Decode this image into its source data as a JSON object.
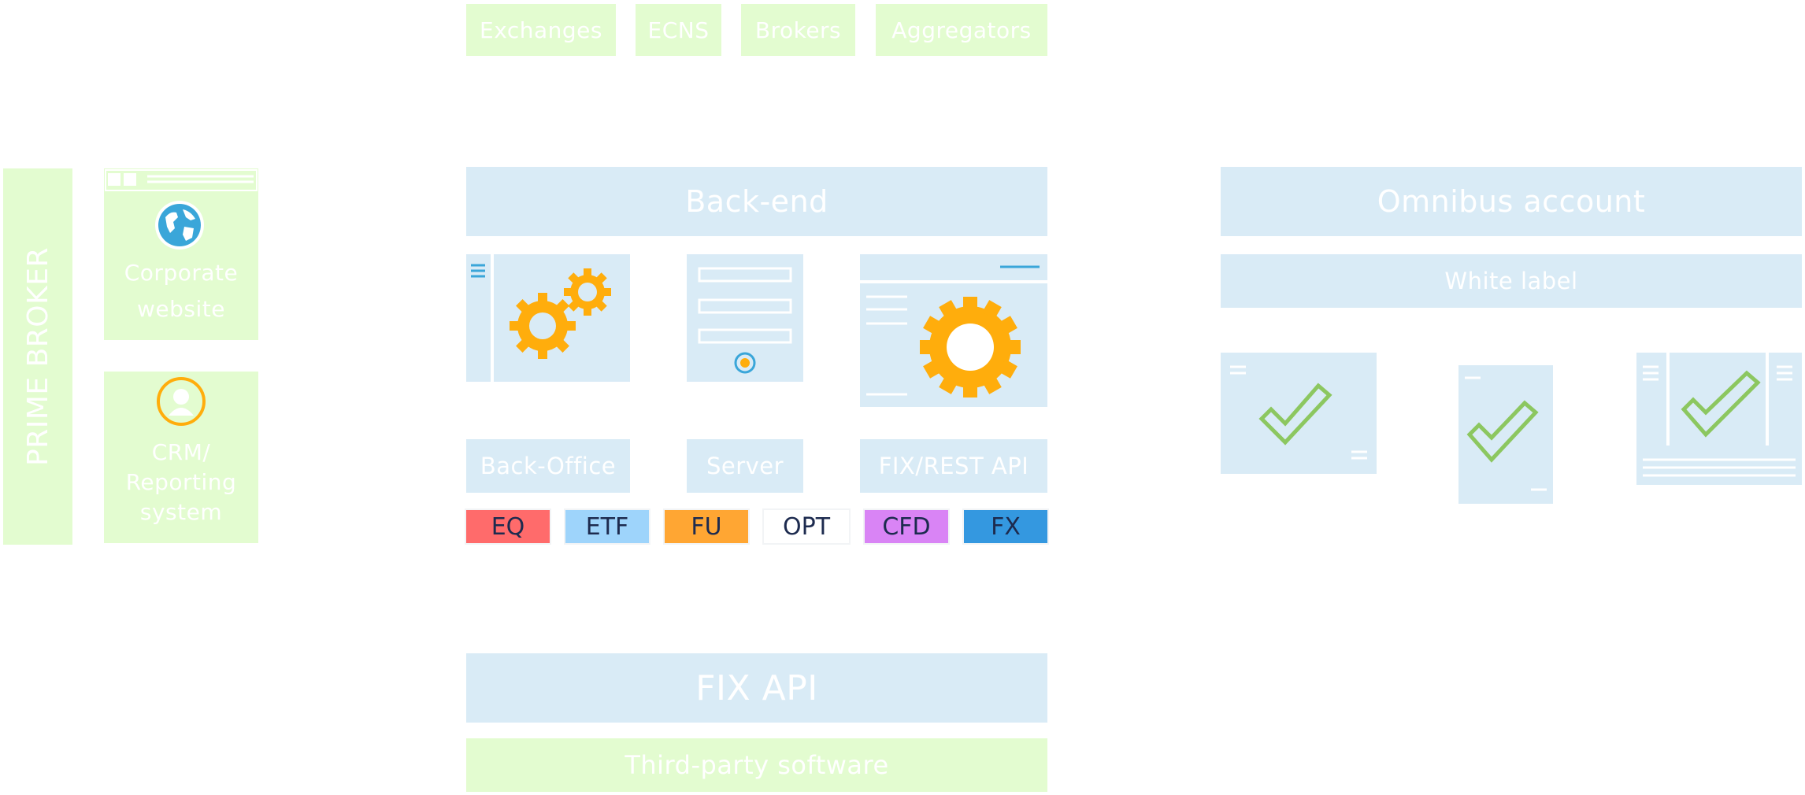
{
  "sources": [
    "Exchanges",
    "ECNS",
    "Brokers",
    "Aggregators"
  ],
  "prime_broker": "PRIME BROKER",
  "corporate_website": [
    "Corporate",
    "website"
  ],
  "crm": [
    "CRM/",
    "Reporting",
    "system"
  ],
  "backend": "Back-end",
  "back_office": "Back-Office",
  "server": "Server",
  "api": "FIX/REST API",
  "assets": [
    {
      "label": "EQ",
      "color": "#ff6b6b"
    },
    {
      "label": "ETF",
      "color": "#9ed4fb"
    },
    {
      "label": "FU",
      "color": "#ffa633"
    },
    {
      "label": "OPT",
      "color": "#ffffff"
    },
    {
      "label": "CFD",
      "color": "#d984f5"
    },
    {
      "label": "FX",
      "color": "#3498e0"
    }
  ],
  "fix_api": "FIX API",
  "third_party": "Third-party software",
  "omnibus": "Omnibus account",
  "white_label": "White label",
  "colors": {
    "green": "#e3fcd0",
    "blue": "#d9ebf6",
    "gear": "#ffad0c",
    "check": "#8cc760",
    "accent": "#3aa6d9"
  }
}
